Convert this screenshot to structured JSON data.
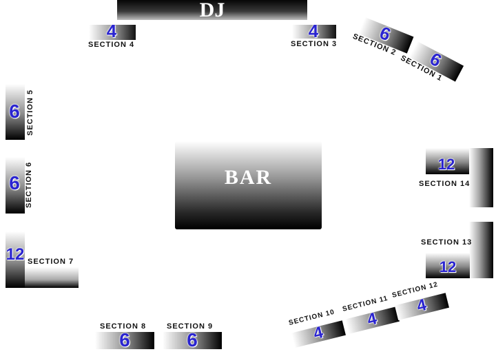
{
  "dj": {
    "label": "DJ"
  },
  "bar": {
    "label": "BAR"
  },
  "sections": {
    "s1": {
      "label": "SECTION 1",
      "count": "6"
    },
    "s2": {
      "label": "SECTION 2",
      "count": "6"
    },
    "s3": {
      "label": "SECTION 3",
      "count": "4"
    },
    "s4": {
      "label": "SECTION 4",
      "count": "4"
    },
    "s5": {
      "label": "SECTION 5",
      "count": "6"
    },
    "s6": {
      "label": "SECTION 6",
      "count": "6"
    },
    "s7": {
      "label": "SECTION 7",
      "count": "12"
    },
    "s8": {
      "label": "SECTION 8",
      "count": "6"
    },
    "s9": {
      "label": "SECTION 9",
      "count": "6"
    },
    "s10": {
      "label": "SECTION 10",
      "count": "4"
    },
    "s11": {
      "label": "SECTION 11",
      "count": "4"
    },
    "s12": {
      "label": "SECTION 12",
      "count": "4"
    },
    "s13": {
      "label": "SECTION 13",
      "count": "12"
    },
    "s14": {
      "label": "SECTION 14",
      "count": "12"
    }
  }
}
